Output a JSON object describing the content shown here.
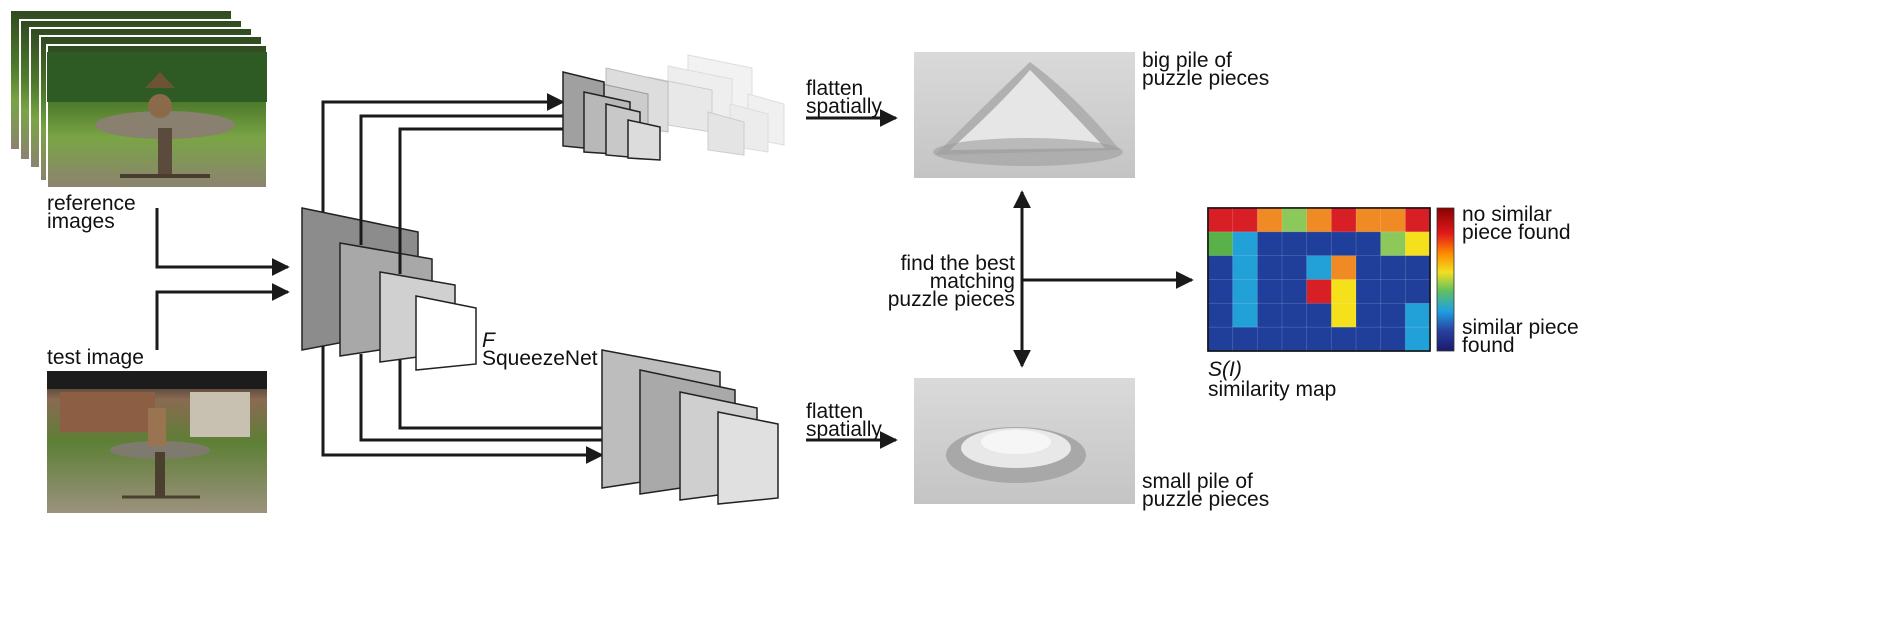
{
  "labels": {
    "reference_images": [
      "reference",
      "images"
    ],
    "test_image": "test image",
    "network_symbol": "F",
    "network_name": "SqueezeNet",
    "flatten_top": [
      "flatten",
      "spatially"
    ],
    "flatten_bottom": [
      "flatten",
      "spatially"
    ],
    "big_pile": [
      "big pile of",
      "puzzle pieces"
    ],
    "small_pile": [
      "small pile of",
      "puzzle pieces"
    ],
    "matching": [
      "find the best",
      "matching",
      "puzzle pieces"
    ],
    "similarity_symbol": "S(I)",
    "similarity_name": "similarity map",
    "colorbar_top": [
      "no similar",
      "piece found"
    ],
    "colorbar_bottom": [
      "similar piece",
      "found"
    ]
  },
  "colors": {
    "arrow": "#1a1a1a",
    "map_low": "#1f3f9a",
    "map_mid": "#22a0d8",
    "map_high": "#d81f26",
    "grass": "#5f8a3a",
    "sky": "#d9dde0"
  },
  "similarity_grid": [
    [
      "high",
      "high",
      "orange",
      "lightgreen",
      "orange",
      "high",
      "orange",
      "orange",
      "high"
    ],
    [
      "green",
      "cyan",
      "low",
      "low",
      "low",
      "low",
      "low",
      "lightgreen",
      "yellow"
    ],
    [
      "low",
      "cyan",
      "low",
      "low",
      "cyan",
      "orange",
      "low",
      "low",
      "low"
    ],
    [
      "low",
      "cyan",
      "low",
      "low",
      "high",
      "yellow",
      "low",
      "low",
      "low"
    ],
    [
      "low",
      "cyan",
      "low",
      "low",
      "low",
      "yellow",
      "low",
      "low",
      "cyan"
    ],
    [
      "low",
      "low",
      "low",
      "low",
      "low",
      "low",
      "low",
      "low",
      "cyan"
    ]
  ]
}
